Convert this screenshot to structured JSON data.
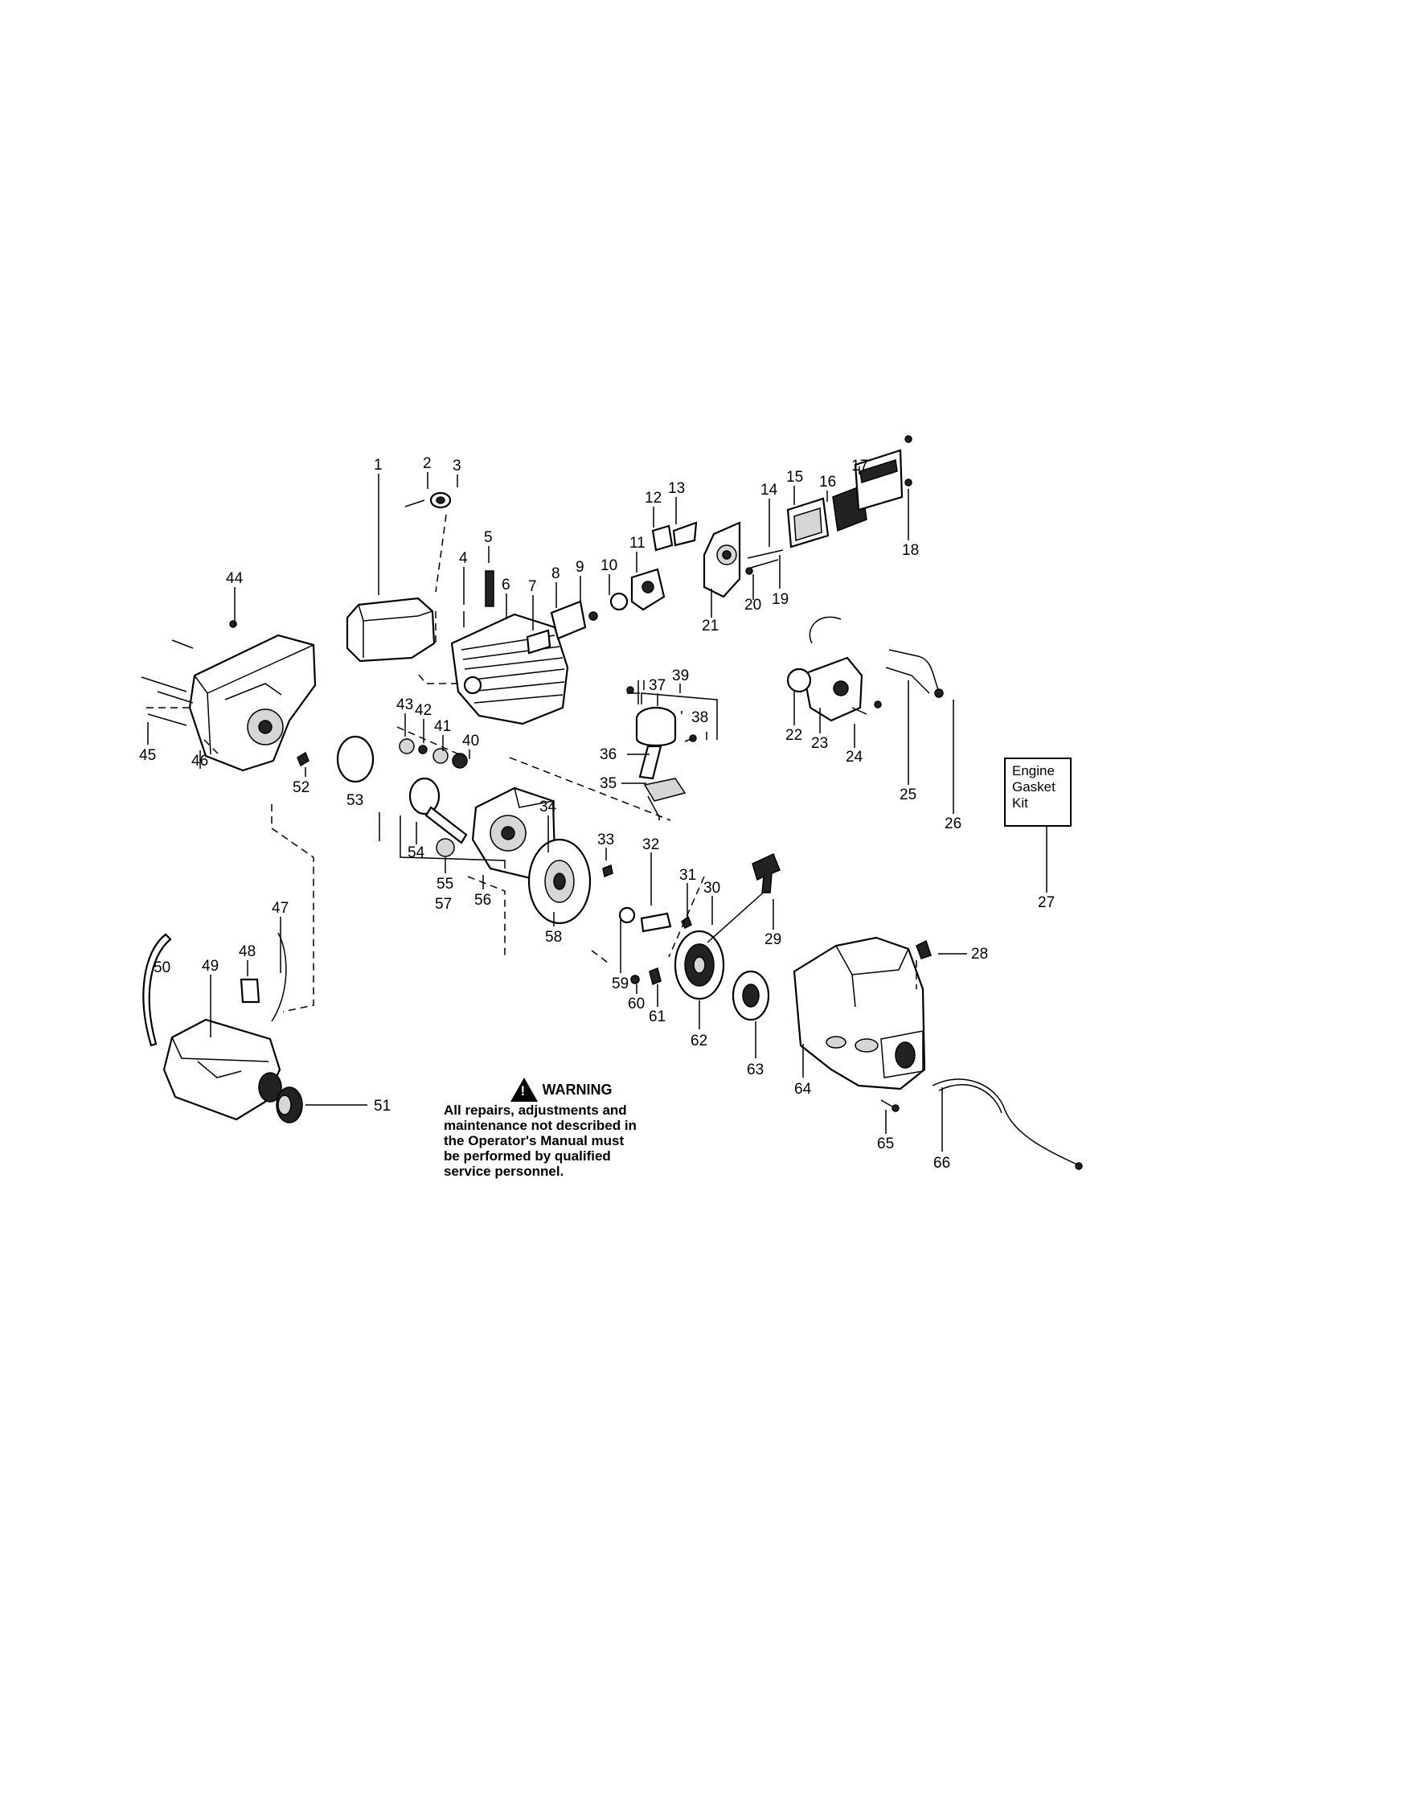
{
  "callouts": [
    "1",
    "2",
    "3",
    "4",
    "5",
    "6",
    "7",
    "8",
    "9",
    "10",
    "11",
    "12",
    "13",
    "14",
    "15",
    "16",
    "17",
    "18",
    "19",
    "20",
    "21",
    "22",
    "23",
    "24",
    "25",
    "26",
    "27",
    "28",
    "29",
    "30",
    "31",
    "32",
    "33",
    "34",
    "35",
    "36",
    "37",
    "38",
    "39",
    "40",
    "41",
    "42",
    "43",
    "44",
    "45",
    "46",
    "47",
    "48",
    "49",
    "50",
    "51",
    "52",
    "53",
    "54",
    "55",
    "56",
    "57",
    "58",
    "59",
    "60",
    "61",
    "62",
    "63",
    "64",
    "65",
    "66"
  ],
  "kit_box": {
    "lines": [
      "Engine",
      "Gasket",
      "Kit"
    ]
  },
  "warning": {
    "title": "WARNING",
    "lines": [
      "All repairs, adjustments and",
      "maintenance not described in",
      "the Operator's Manual must",
      "be performed by qualified",
      "service personnel."
    ]
  }
}
